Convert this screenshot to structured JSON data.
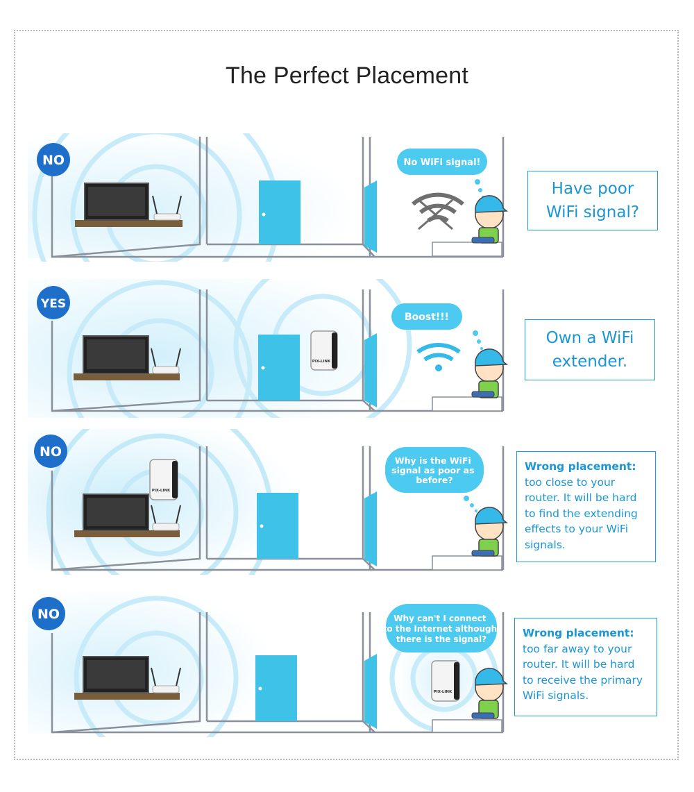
{
  "page": {
    "title": "The Perfect Placement"
  },
  "scenes": [
    {
      "badge": "NO",
      "bubble_lines": [
        "No WiFi signal!"
      ],
      "caption_lines": [
        "Have poor",
        "WiFi signal?"
      ]
    },
    {
      "badge": "YES",
      "bubble_lines": [
        "Boost!!!"
      ],
      "device_brand": "PIX-LINK",
      "caption_lines": [
        "Own a WiFi",
        "extender."
      ]
    },
    {
      "badge": "NO",
      "bubble_lines": [
        "Why is the WiFi",
        "signal as poor as",
        "before?"
      ],
      "device_brand": "PIX-LINK",
      "caption_heading": "Wrong placement:",
      "caption_lines": [
        "too close to your",
        "router. It will be hard",
        "to find the extending",
        "effects to your WiFi",
        "signals."
      ]
    },
    {
      "badge": "NO",
      "bubble_lines": [
        "Why can't I connect",
        "to the Internet although",
        "there is the signal?"
      ],
      "device_brand": "PIX-LINK",
      "caption_heading": "Wrong placement:",
      "caption_lines": [
        "too far away to your",
        "router. It will be hard",
        "to receive the primary",
        "WiFi signals."
      ]
    }
  ],
  "colors": {
    "accent_blue": "#1a96d4",
    "badge_blue": "#1e6fc9",
    "door_blue": "#3ec2e8",
    "bubble_blue": "#4ccaf0",
    "wall_grey": "#8a9099",
    "shelf_brown": "#7a5d3a"
  }
}
